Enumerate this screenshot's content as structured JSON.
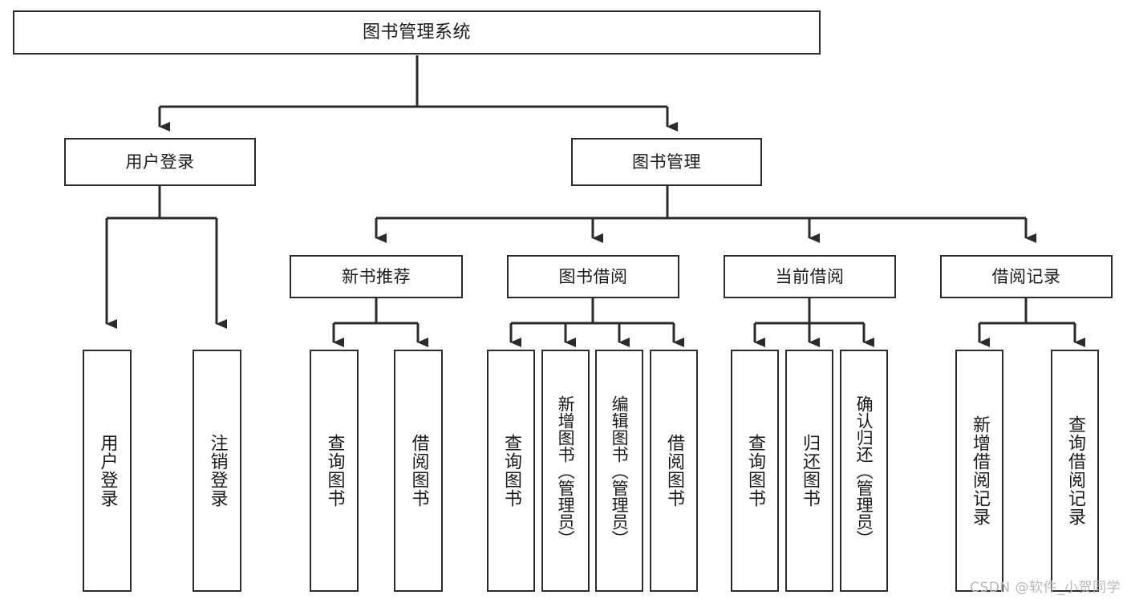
{
  "diagram": {
    "title": "图书管理系统",
    "type": "tree-hierarchy-diagram",
    "colors": {
      "stroke": "#2b2b2b",
      "fill": "#ffffff",
      "text": "#1a1a1a",
      "watermark": "#b9b9b9",
      "background": "#ffffff"
    },
    "root": {
      "id": "root",
      "label": "图书管理系统"
    },
    "level2": [
      {
        "id": "user-login",
        "label": "用户登录"
      },
      {
        "id": "book-manage",
        "label": "图书管理"
      }
    ],
    "level3": [
      {
        "id": "new-book-rec",
        "label": "新书推荐"
      },
      {
        "id": "book-borrow",
        "label": "图书借阅"
      },
      {
        "id": "current-borrow",
        "label": "当前借阅"
      },
      {
        "id": "borrow-record",
        "label": "借阅记录"
      }
    ],
    "leaves": {
      "user_login": [
        {
          "id": "leaf-user-login",
          "label": "用户登录"
        },
        {
          "id": "leaf-logout-login",
          "label": "注销登录"
        }
      ],
      "new_book_rec": [
        {
          "id": "leaf-query-book-1",
          "label": "查询图书"
        },
        {
          "id": "leaf-borrow-book-1",
          "label": "借阅图书"
        }
      ],
      "book_borrow": [
        {
          "id": "leaf-query-book-2",
          "label": "查询图书"
        },
        {
          "id": "leaf-add-book",
          "label": "新增图书（管理员）"
        },
        {
          "id": "leaf-edit-book",
          "label": "编辑图书（管理员）"
        },
        {
          "id": "leaf-borrow-book-2",
          "label": "借阅图书"
        }
      ],
      "current_borrow": [
        {
          "id": "leaf-query-book-3",
          "label": "查询图书"
        },
        {
          "id": "leaf-return-book",
          "label": "归还图书"
        },
        {
          "id": "leaf-confirm-return",
          "label": "确认归还（管理员）"
        }
      ],
      "borrow_record": [
        {
          "id": "leaf-add-record",
          "label": "新增借阅记录"
        },
        {
          "id": "leaf-query-record",
          "label": "查询借阅记录"
        }
      ]
    }
  },
  "watermark": {
    "text": "CSDN @软件_小贺同学"
  }
}
